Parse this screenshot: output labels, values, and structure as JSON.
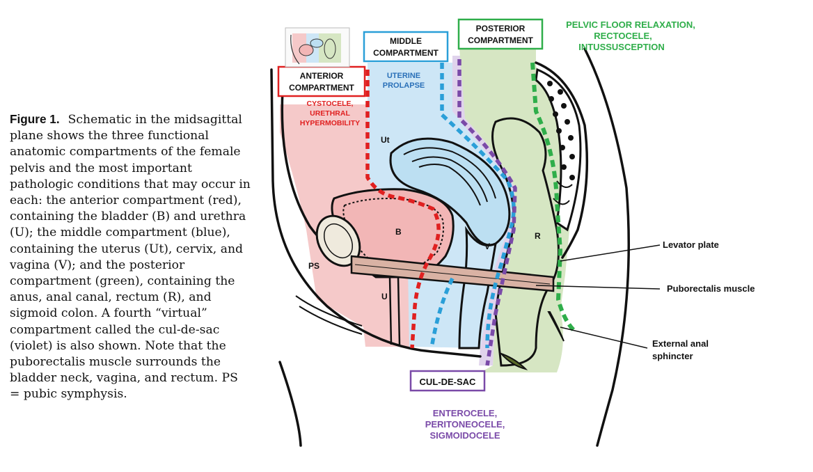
{
  "caption": {
    "figure_number": "Figure 1.",
    "text": "Schematic in the midsagittal plane shows the three functional anatomic compartments of the female pelvis and the most important pathologic conditions that may occur in each: the anterior compartment (red), containing the bladder (B) and urethra (U); the middle compartment (blue), containing the uterus (Ut), cervix, and vagina (V); and the posterior compartment (green), containing the anus, anal canal, rectum (R), and sigmoid colon. A fourth “virtual” compartment called the cul-de-sac (violet) is also shown. Note that the puborectalis muscle surrounds the bladder neck, vagina, and rectum. PS = pubic symphysis."
  },
  "compartments": {
    "anterior": {
      "title_line1": "ANTERIOR",
      "title_line2": "COMPARTMENT",
      "conditions": [
        "CYSTOCELE,",
        "URETHRAL",
        "HYPERMOBILITY"
      ],
      "color": "#e02020"
    },
    "middle": {
      "title_line1": "MIDDLE",
      "title_line2": "COMPARTMENT",
      "conditions": [
        "UTERINE",
        "PROLAPSE"
      ],
      "color": "#2a9fd8"
    },
    "posterior": {
      "title_line1": "POSTERIOR",
      "title_line2": "COMPARTMENT",
      "conditions": [
        "PELVIC FLOOR RELAXATION,",
        "RECTOCELE,",
        "INTUSSUSCEPTION"
      ],
      "color": "#2fae4a"
    },
    "culdesac": {
      "title": "CUL-DE-SAC",
      "conditions": [
        "ENTEROCELE,",
        "PERITONEOCELE,",
        "SIGMOIDOCELE"
      ],
      "color": "#7a4aa8"
    }
  },
  "organs": {
    "uterus": "Ut",
    "bladder": "B",
    "vagina": "V",
    "rectum": "R",
    "urethra": "U",
    "pubic_symphysis": "PS"
  },
  "annotations": {
    "levator_plate": "Levator plate",
    "puborectalis": "Puborectalis muscle",
    "external_anal_sphincter_line1": "External anal",
    "external_anal_sphincter_line2": "sphincter"
  }
}
